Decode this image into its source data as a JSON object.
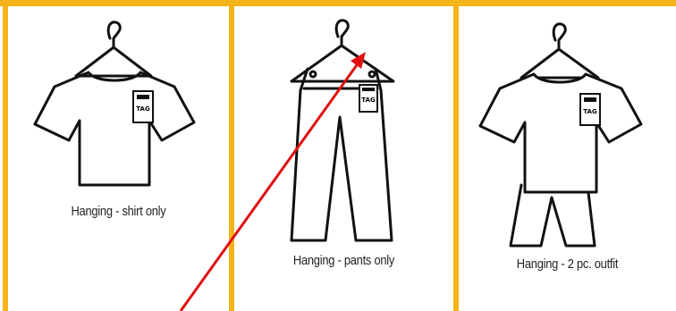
{
  "panels": [
    {
      "caption": "Hanging - shirt only",
      "tag_label": "TAG"
    },
    {
      "caption": "Hanging - pants only",
      "tag_label": "TAG"
    },
    {
      "caption": "Hanging - 2 pc. outfit",
      "tag_label": "TAG"
    }
  ],
  "colors": {
    "frame": "#f4b41a",
    "arrow": "#e01010",
    "ink": "#111111"
  }
}
